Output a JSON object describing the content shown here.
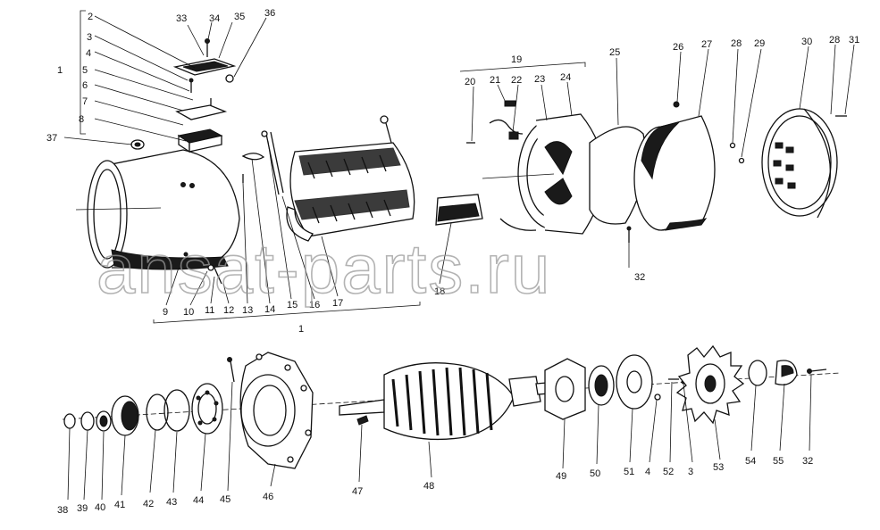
{
  "watermark": "ansat-parts.ru",
  "labels": {
    "l1a": "1",
    "l1b": "1",
    "l2": "2",
    "l3a": "3",
    "l3b": "3",
    "l4a": "4",
    "l4b": "4",
    "l5": "5",
    "l6": "6",
    "l7": "7",
    "l8": "8",
    "l9": "9",
    "l10": "10",
    "l11": "11",
    "l12": "12",
    "l13": "13",
    "l14": "14",
    "l15": "15",
    "l16": "16",
    "l17": "17",
    "l18": "18",
    "l19": "19",
    "l20": "20",
    "l21": "21",
    "l22": "22",
    "l23": "23",
    "l24": "24",
    "l25": "25",
    "l26": "26",
    "l27": "27",
    "l28a": "28",
    "l28b": "28",
    "l29": "29",
    "l30": "30",
    "l31": "31",
    "l32a": "32",
    "l32b": "32",
    "l33": "33",
    "l34": "34",
    "l35": "35",
    "l36": "36",
    "l37": "37",
    "l38": "38",
    "l39": "39",
    "l40": "40",
    "l41": "41",
    "l42": "42",
    "l43": "43",
    "l44": "44",
    "l45": "45",
    "l46": "46",
    "l47": "47",
    "l48": "48",
    "l49": "49",
    "l50": "50",
    "l51": "51",
    "l52": "52",
    "l53": "53",
    "l54": "54",
    "l55": "55"
  }
}
